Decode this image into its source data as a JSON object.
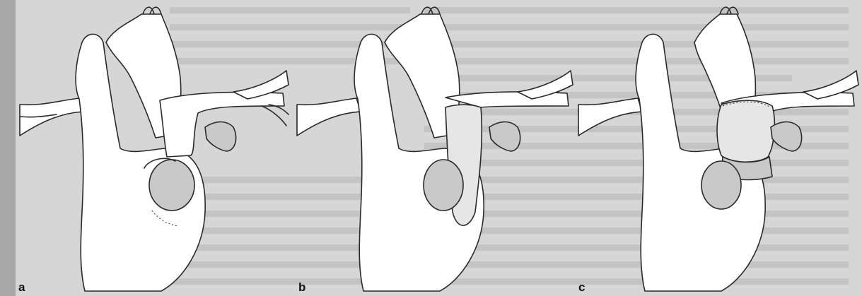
{
  "figure": {
    "panels": [
      {
        "id": "a",
        "label": "a"
      },
      {
        "id": "b",
        "label": "b"
      },
      {
        "id": "c",
        "label": "c"
      }
    ]
  },
  "colors": {
    "background": "#d9d9d9",
    "page_left_shadow": "#a8a8a8",
    "line": "#2a2a2a",
    "tissue_fill": "#ffffff",
    "patch_fill": "#c9c9c9"
  }
}
